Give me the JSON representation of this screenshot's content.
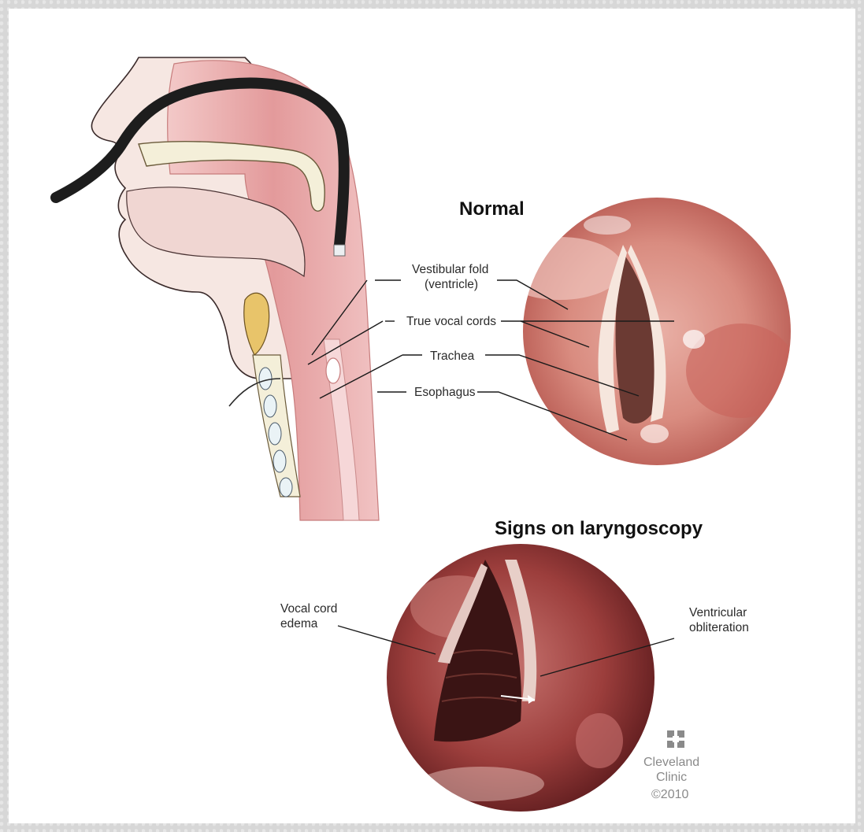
{
  "headings": {
    "normal": "Normal",
    "signs": "Signs on laryngoscopy"
  },
  "labels": {
    "vestibular_fold_line1": "Vestibular fold",
    "vestibular_fold_line2": "(ventricle)",
    "true_vocal_cords": "True vocal cords",
    "trachea": "Trachea",
    "esophagus": "Esophagus",
    "vocal_cord_edema_line1": "Vocal cord",
    "vocal_cord_edema_line2": "edema",
    "ventricular_obliteration_line1": "Ventricular",
    "ventricular_obliteration_line2": "obliteration"
  },
  "brand": {
    "line1": "Cleveland",
    "line2": "Clinic",
    "copyright": "©2010"
  },
  "colors": {
    "tissue_pink": "#e8a3a4",
    "deep_red": "#8a2f32",
    "scope_black": "#1d1d1d",
    "skin": "#f6e7e2",
    "cartilage_yellow": "#e8c46a"
  }
}
